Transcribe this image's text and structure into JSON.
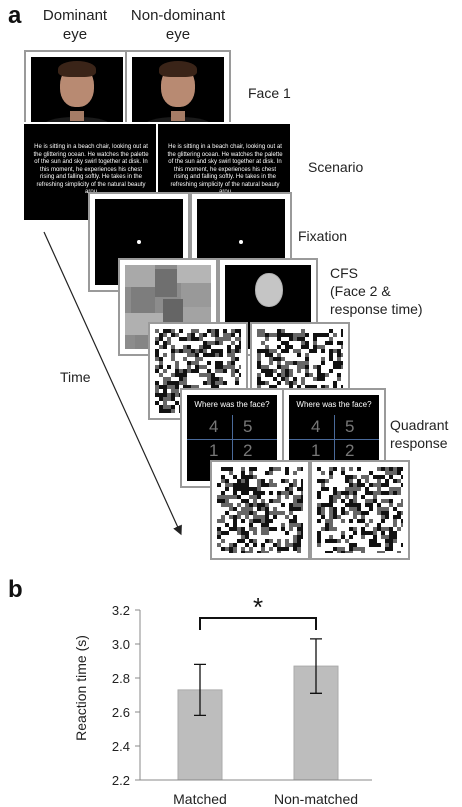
{
  "panel_a": {
    "letter": "a",
    "eye_labels": {
      "dominant": "Dominant\neye",
      "non_dominant": "Non-dominant\neye"
    },
    "steps": {
      "face1": "Face 1",
      "scenario": "Scenario",
      "fixation": "Fixation",
      "cfs": "CFS\n(Face 2 &\nresponse time)",
      "quadrant": "Quadrant\nresponse"
    },
    "time_label": "Time",
    "scenario_text": "He is sitting in a beach chair, looking out at the glittering ocean. He watches the palette of the sun and sky swirl together at disk. In this moment, he experiences his chest rising and falling softly. He takes in the refreshing simplicity of the natural beauty arou",
    "quadrant_prompt": "Where was the face?",
    "quadrant_numbers": [
      "4",
      "5",
      "1",
      "2"
    ]
  },
  "panel_b": {
    "letter": "b",
    "significance": "*",
    "y_tick_labels": [
      "3.2",
      "3.0",
      "2.8",
      "2.6",
      "2.4",
      "2.2"
    ]
  },
  "chart_data": {
    "type": "bar",
    "categories": [
      "Matched",
      "Non-matched"
    ],
    "values": [
      2.73,
      2.87
    ],
    "error": [
      0.15,
      0.16
    ],
    "ylabel": "Reaction time (s)",
    "xlabel": "",
    "ylim": [
      2.2,
      3.2
    ],
    "yticks": [
      2.2,
      2.4,
      2.6,
      2.8,
      3.0,
      3.2
    ],
    "bar_color": "#bdbdbd",
    "grid": false,
    "annotation": "*"
  }
}
